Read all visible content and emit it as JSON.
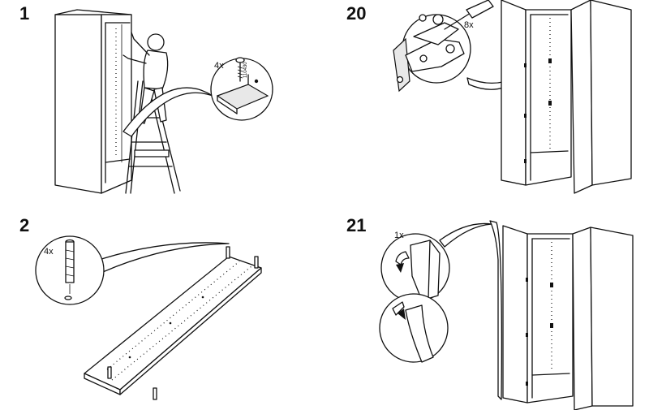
{
  "steps": [
    {
      "number": "1",
      "qty": "4x",
      "part_code": "110430"
    },
    {
      "number": "20",
      "qty": "8x"
    },
    {
      "number": "2",
      "qty": "4x"
    },
    {
      "number": "21",
      "qty": "1x"
    }
  ]
}
